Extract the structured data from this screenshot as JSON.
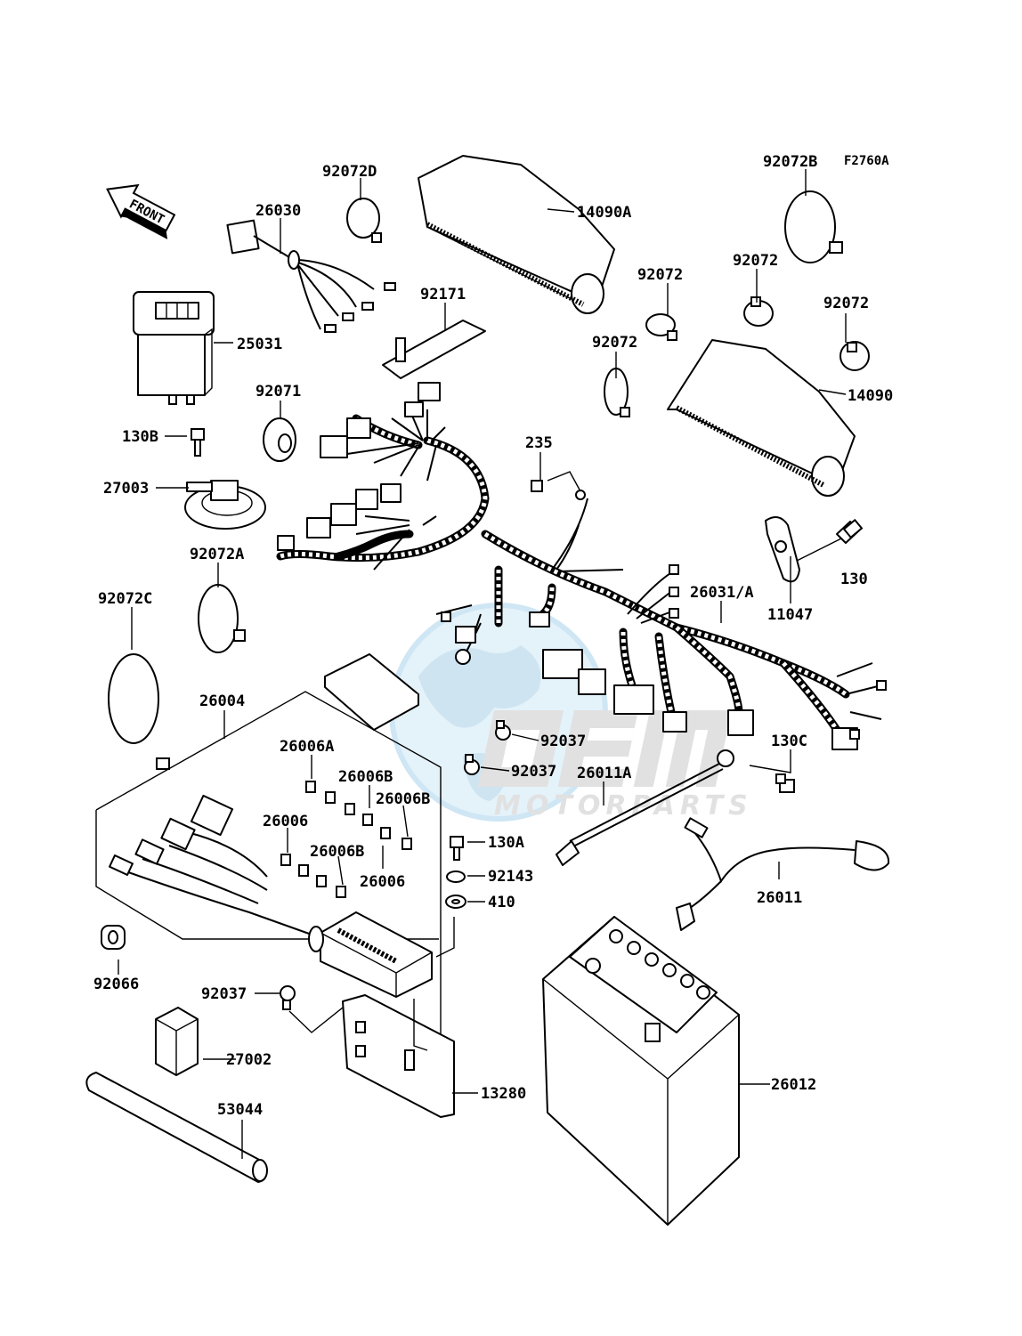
{
  "diagram": {
    "figure_code": "F2760A",
    "front_indicator": "FRONT",
    "watermark": {
      "brand": "OEM",
      "subtitle": "MOTORPARTS",
      "colors": {
        "globe": "#bfe0f2",
        "letters": "#c9c9c9",
        "subtitle": "#c9c9c9"
      }
    },
    "callouts": [
      "92072D",
      "26030",
      "14090A",
      "92072B",
      "92171",
      "92072",
      "92072",
      "92072",
      "92072",
      "25031",
      "14090",
      "92071",
      "130B",
      "27003",
      "235",
      "130",
      "11047",
      "92072A",
      "92072C",
      "26031/A",
      "26004",
      "26006A",
      "92037",
      "92037",
      "130C",
      "26006B",
      "26011A",
      "26006B",
      "26006",
      "130A",
      "26006B",
      "92143",
      "26006",
      "410",
      "26011",
      "92066",
      "92037",
      "27002",
      "13280",
      "26012",
      "53044"
    ]
  }
}
